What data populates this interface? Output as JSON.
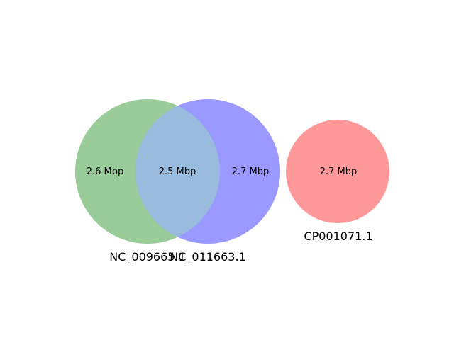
{
  "venn": {
    "sets": [
      {
        "name": "NC_009665.1",
        "color": "#99cc99"
      },
      {
        "name": "NC_011663.1",
        "color": "#9999ff"
      },
      {
        "name": "CP001071.1",
        "color": "#ff9999"
      }
    ],
    "overlap_color": "#99bbdd",
    "regions": {
      "only_set1": "2.6 Mbp",
      "set1_and_set2": "2.5 Mbp",
      "only_set2": "2.7 Mbp",
      "only_set3": "2.7 Mbp"
    }
  }
}
